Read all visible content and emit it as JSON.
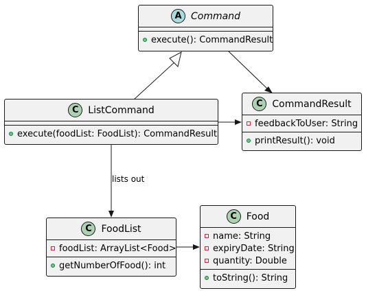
{
  "classes": {
    "command": {
      "badge": "A",
      "name": "Command",
      "abstract": true,
      "methods": [
        {
          "vis": "public",
          "text": "execute(): CommandResult"
        }
      ]
    },
    "list_command": {
      "badge": "C",
      "name": "ListCommand",
      "methods": [
        {
          "vis": "public",
          "text": "execute(foodList: FoodList): CommandResult"
        }
      ]
    },
    "command_result": {
      "badge": "C",
      "name": "CommandResult",
      "fields": [
        {
          "vis": "private",
          "text": "feedbackToUser: String"
        }
      ],
      "methods": [
        {
          "vis": "public",
          "text": "printResult(): void"
        }
      ]
    },
    "food_list": {
      "badge": "C",
      "name": "FoodList",
      "fields": [
        {
          "vis": "private",
          "text": "foodList: ArrayList<Food>"
        }
      ],
      "methods": [
        {
          "vis": "public",
          "text": "getNumberOfFood(): int"
        }
      ]
    },
    "food": {
      "badge": "C",
      "name": "Food",
      "fields": [
        {
          "vis": "private",
          "text": "name: String"
        },
        {
          "vis": "private",
          "text": "expiryDate: String"
        },
        {
          "vis": "private",
          "text": "quantity: Double"
        }
      ],
      "methods": [
        {
          "vis": "public",
          "text": "toString(): String"
        }
      ]
    }
  },
  "relations": {
    "list_command_to_food_list_label": "lists out"
  },
  "colors": {
    "class_fill": "#f1f1f1",
    "border": "#181818",
    "class_badge": "#add1b2",
    "abstract_badge": "#a9dcdf",
    "public_dot": "#84be84",
    "private_square": "#c82930"
  }
}
